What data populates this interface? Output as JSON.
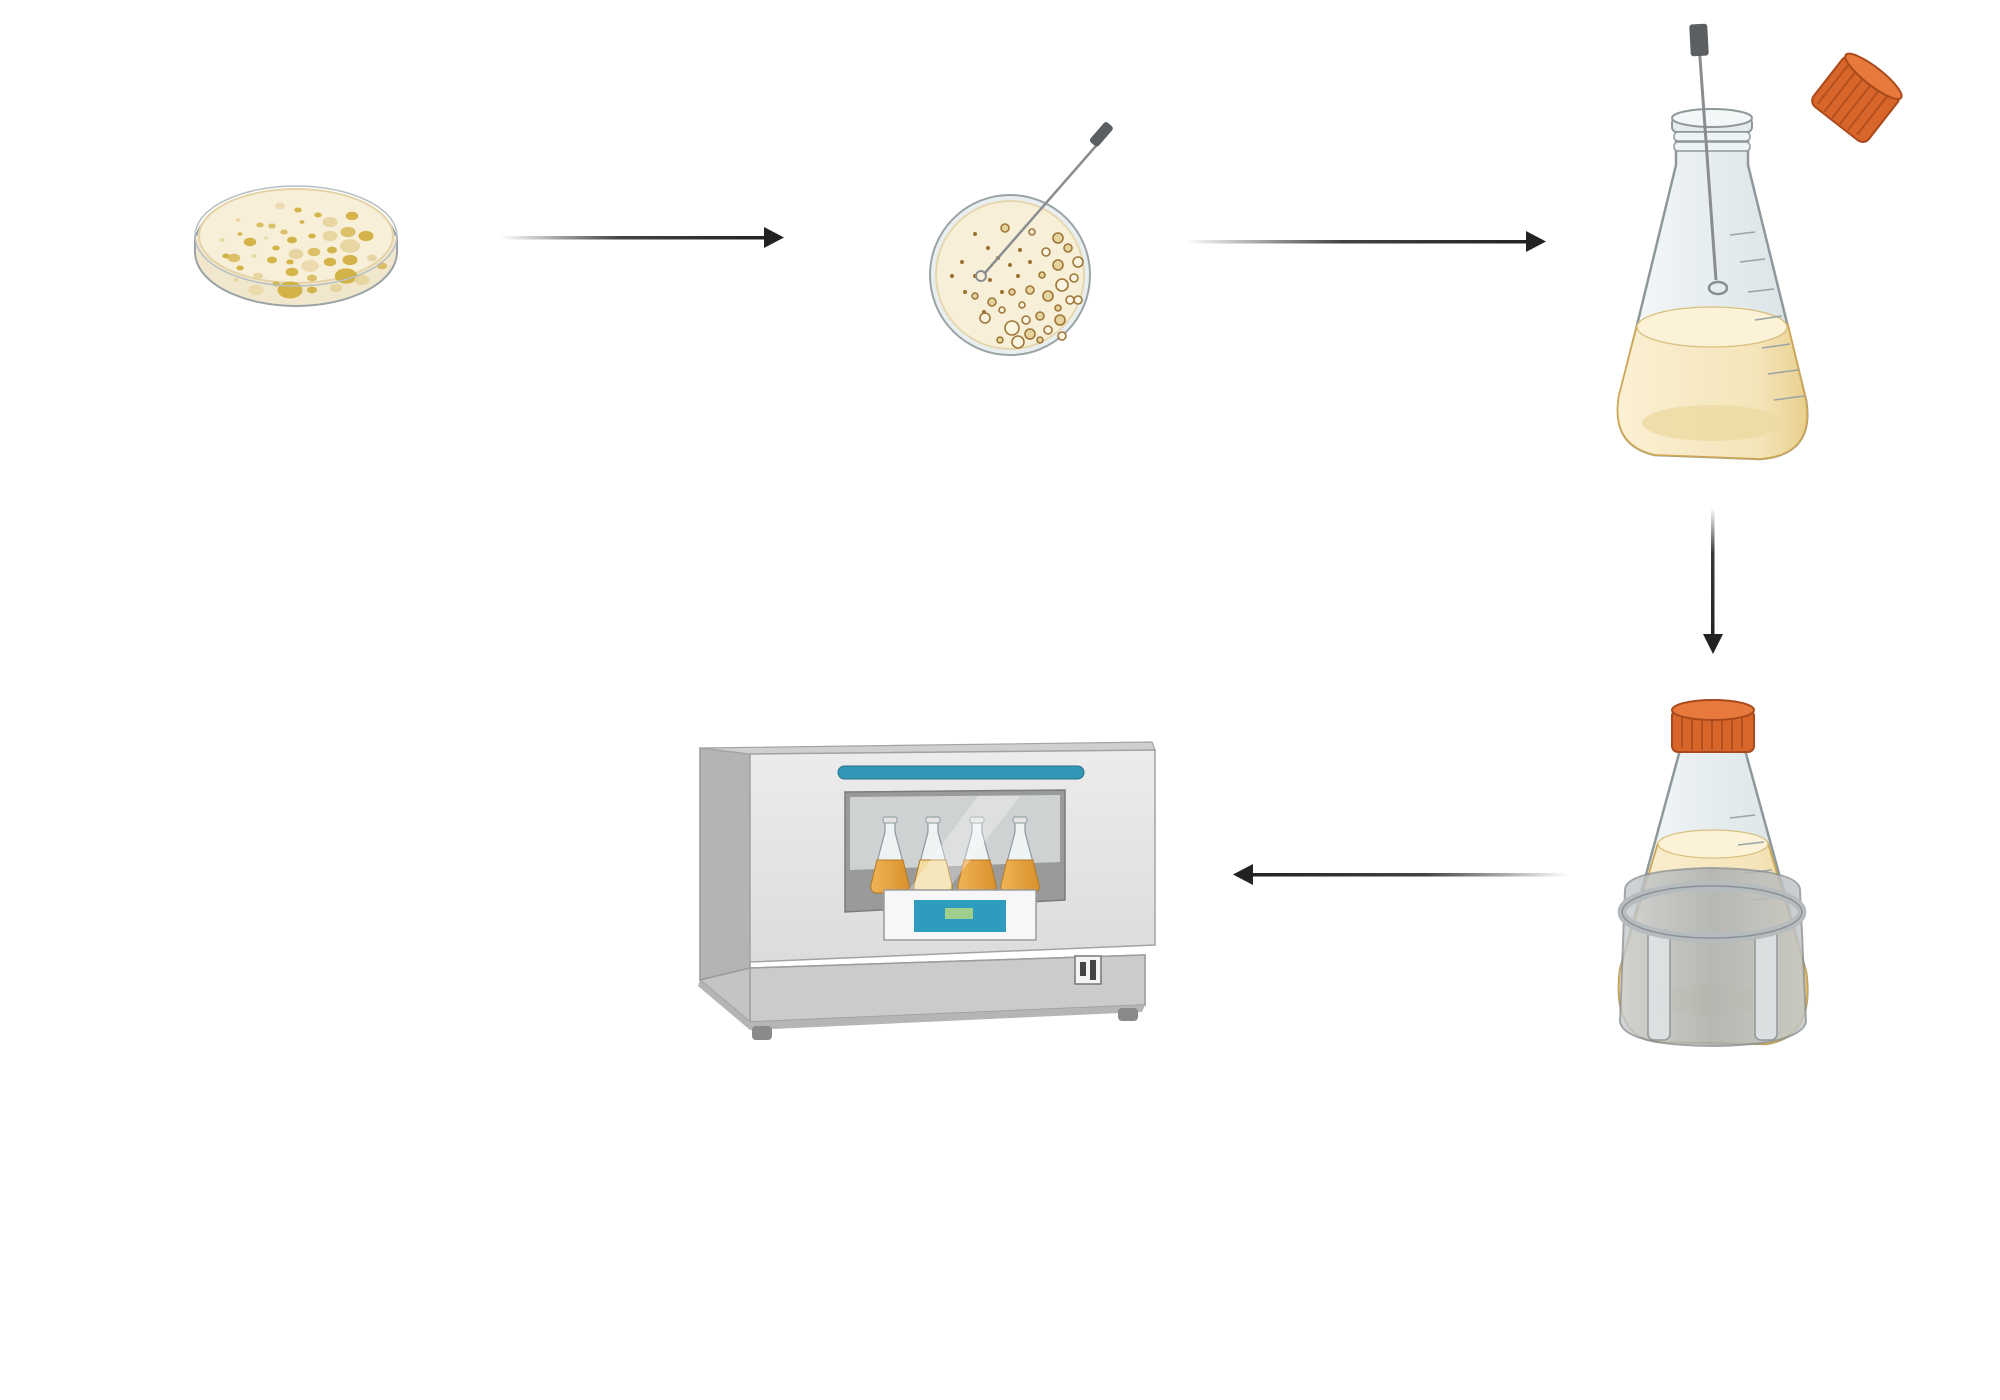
{
  "colors": {
    "background": "#ffffff",
    "agar": "#f8efd8",
    "agar_edge": "#e7d7ae",
    "colony": "#cfad3a",
    "colony_pale": "#e6d39c",
    "colony_ring": "#9c7130",
    "glass": "#eef3f4",
    "glass_edge": "#8e989b",
    "broth": "#f6e9c6",
    "broth_dark": "#ecd9a2",
    "broth_edge": "#cda755",
    "cap": "#d8652a",
    "cap_dark": "#b4501e",
    "loop": "#8a8d8f",
    "loop_handle": "#5c5f61",
    "shaker_body": "#e4e4e4",
    "shaker_side": "#b4b4b4",
    "shaker_base": "#cbcbcb",
    "shaker_bar": "#3298b8",
    "display": "#2e9cbe",
    "display_led": "#9fcf8d",
    "orange_culture": "#e8a94a",
    "arrow": "#222222"
  },
  "steps": [
    {
      "id": "plate",
      "icon": "petri-dish-colonies-icon"
    },
    {
      "id": "pick",
      "icon": "inoculation-loop-picking-colony-icon"
    },
    {
      "id": "inoculate",
      "icon": "erlenmeyer-flask-inoculation-icon"
    },
    {
      "id": "capped",
      "icon": "capped-flask-in-holder-icon"
    },
    {
      "id": "shake",
      "icon": "shaking-incubator-icon"
    }
  ]
}
